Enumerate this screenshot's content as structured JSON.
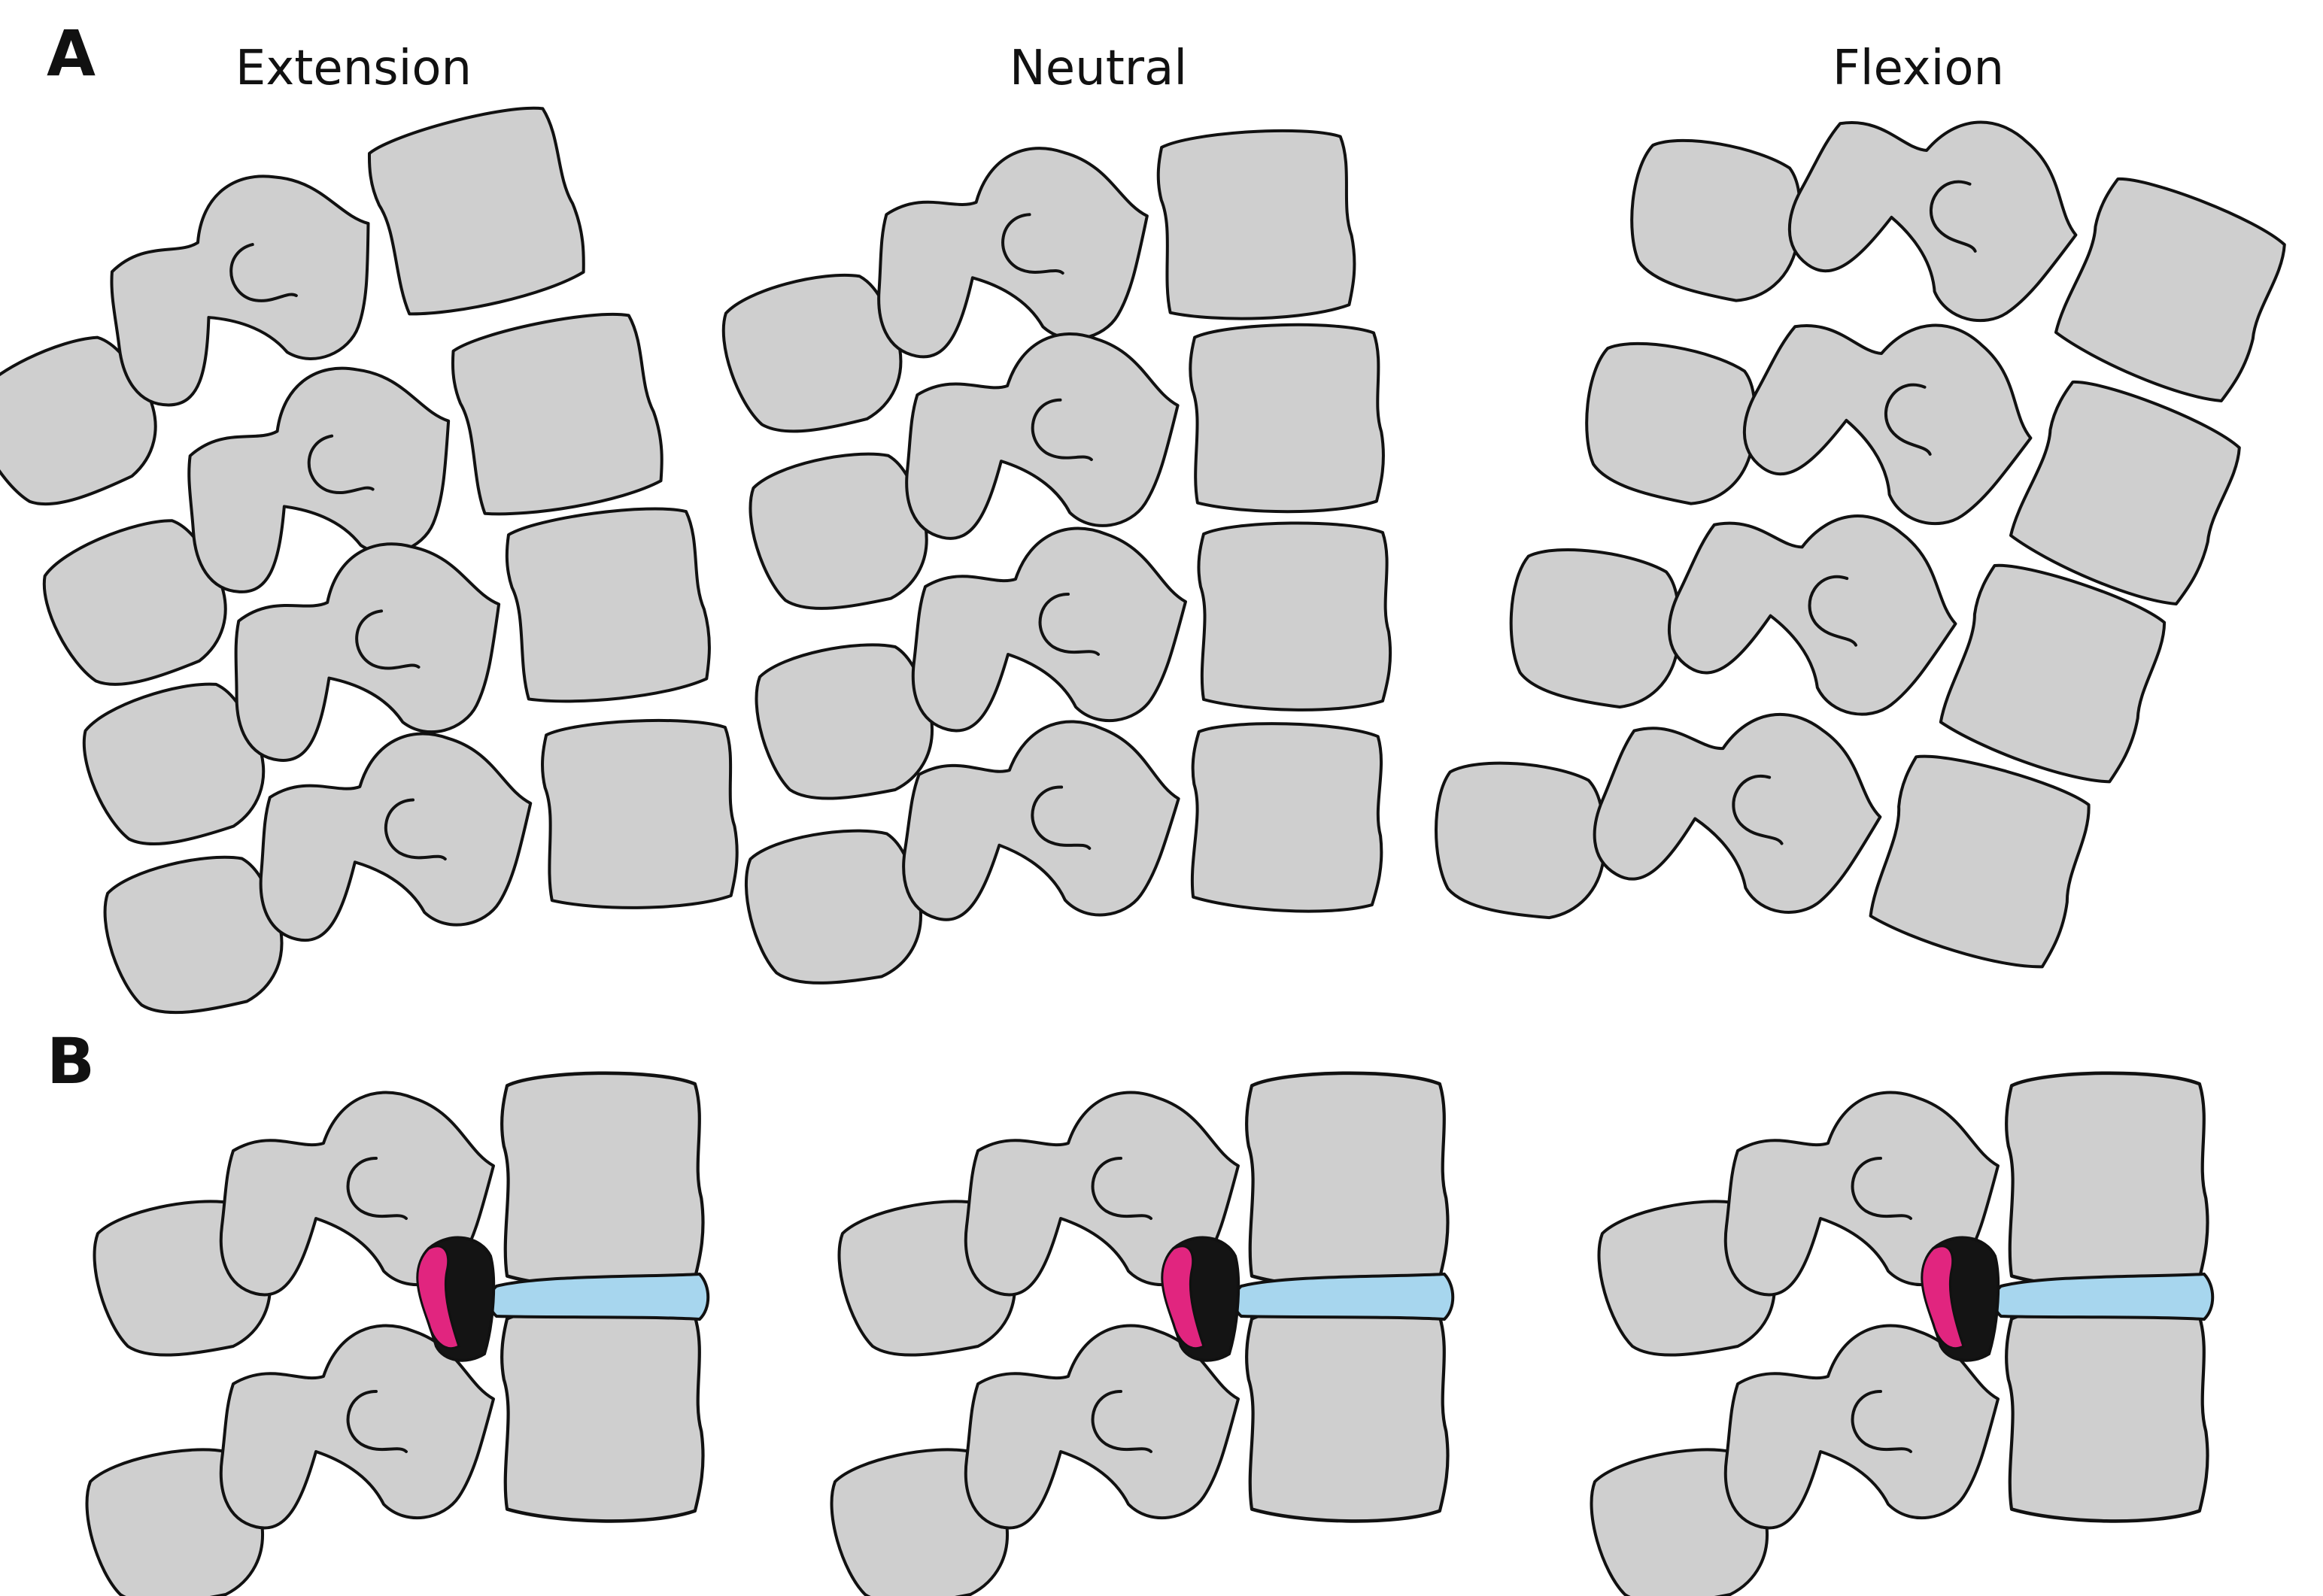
{
  "panels": {
    "a": {
      "label": "A"
    },
    "b": {
      "label": "B"
    }
  },
  "columns": {
    "extension": "Extension",
    "neutral": "Neutral",
    "flexion": "Flexion"
  },
  "colors": {
    "bone": "#cfcfcf",
    "outline": "#111111",
    "disc": "#a7d6ee",
    "ligament_dark": "#141414",
    "ligament_pink": "#e1257f"
  }
}
